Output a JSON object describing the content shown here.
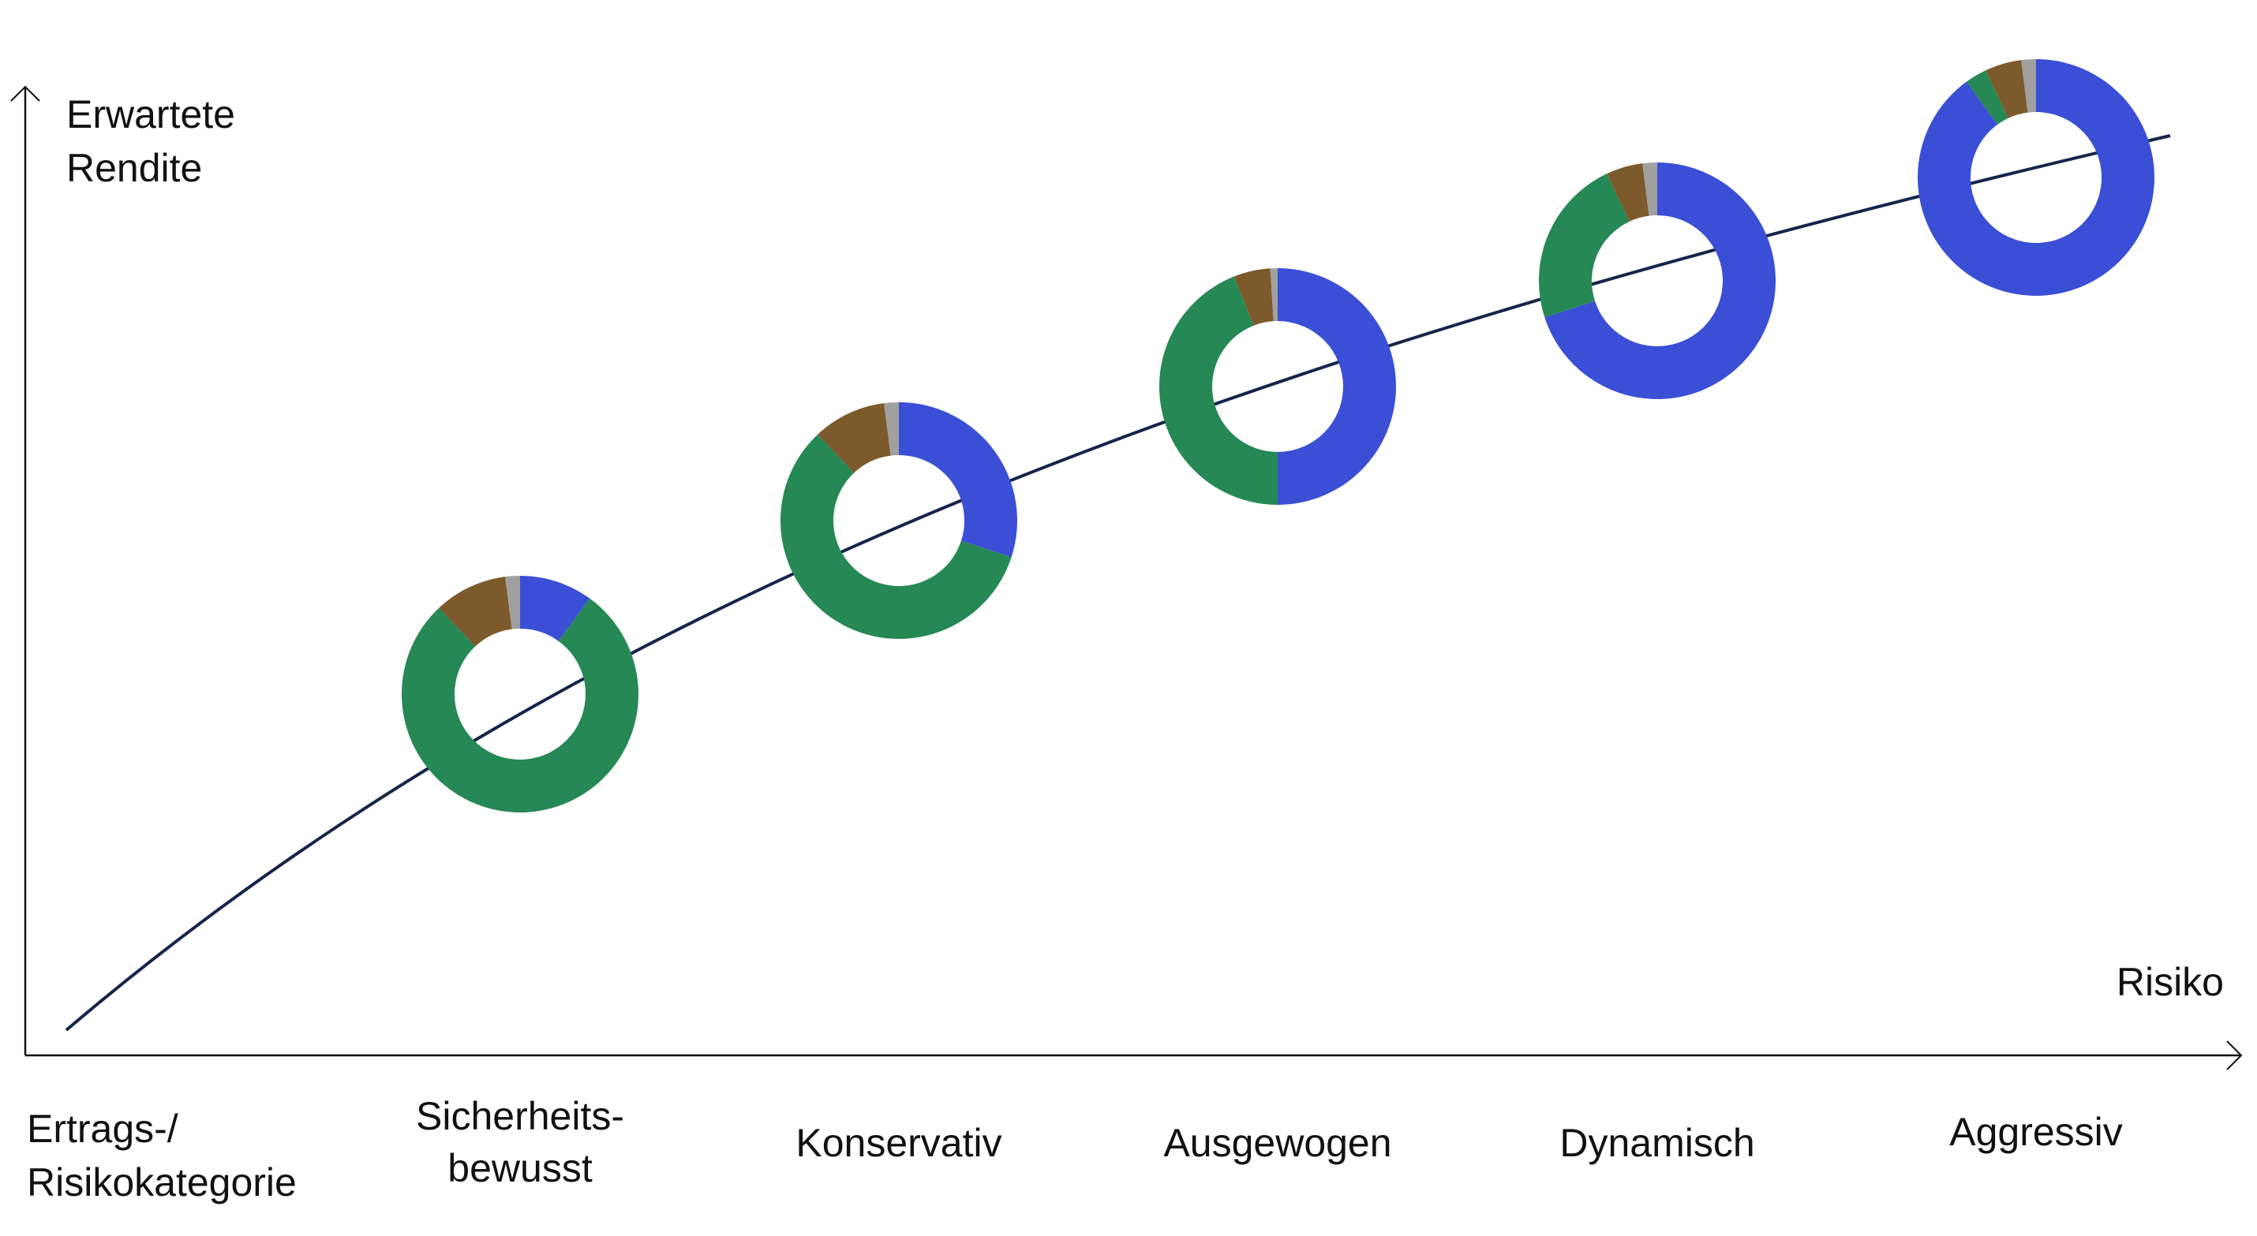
{
  "chart_data": {
    "type": "donut-on-curve",
    "ylabel_lines": [
      "Erwartete",
      "Rendite"
    ],
    "xlabel": "Risiko",
    "category_header_lines": [
      "Ertrags-/",
      "Risikokategorie"
    ],
    "categories": [
      {
        "label_lines": [
          "Sicherheits-",
          "bewusst"
        ],
        "slices": [
          10,
          78,
          10,
          2
        ]
      },
      {
        "label_lines": [
          "Konservativ"
        ],
        "slices": [
          30,
          58,
          10,
          2
        ]
      },
      {
        "label_lines": [
          "Ausgewogen"
        ],
        "slices": [
          50,
          44,
          5,
          1
        ]
      },
      {
        "label_lines": [
          "Dynamisch"
        ],
        "slices": [
          70,
          23,
          5,
          2
        ]
      },
      {
        "label_lines": [
          "Aggressiv"
        ],
        "slices": [
          90,
          3,
          5,
          2
        ]
      }
    ],
    "slice_colors": [
      "#3A4FD6",
      "#268854",
      "#7D5A2C",
      "#A0A0A0"
    ],
    "curve_color": "#15254A",
    "axis_color": "#111111"
  }
}
